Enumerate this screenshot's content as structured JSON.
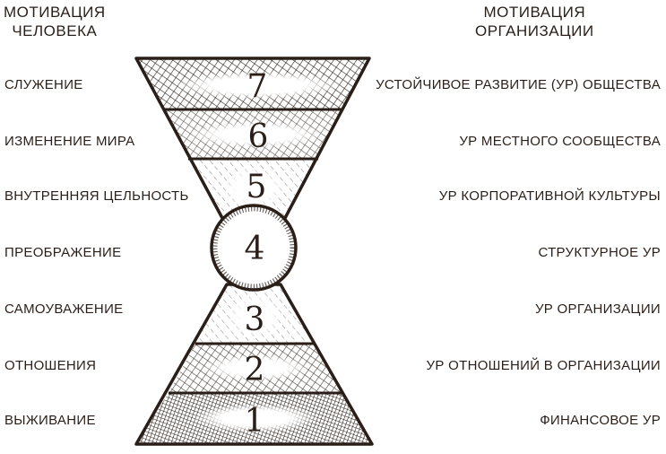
{
  "headers": {
    "left": [
      "МОТИВАЦИЯ",
      "ЧЕЛОВЕКА"
    ],
    "right": [
      "МОТИВАЦИЯ",
      "ОРГАНИЗАЦИИ"
    ]
  },
  "levels": [
    {
      "number": "7",
      "human": "СЛУЖЕНИЕ",
      "organization": "УСТОЙЧИВОЕ РАЗВИТИЕ (УР) ОБЩЕСТВА"
    },
    {
      "number": "6",
      "human": "ИЗМЕНЕНИЕ МИРА",
      "organization": "УР МЕСТНОГО СООБЩЕСТВА"
    },
    {
      "number": "5",
      "human": "ВНУТРЕННЯЯ ЦЕЛЬНОСТЬ",
      "organization": "УР КОРПОРАТИВНОЙ КУЛЬТУРЫ"
    },
    {
      "number": "4",
      "human": "ПРЕОБРАЖЕНИЕ",
      "organization": "СТРУКТУРНОЕ УР"
    },
    {
      "number": "3",
      "human": "САМОУВАЖЕНИЕ",
      "organization": "УР ОРГАНИЗАЦИИ"
    },
    {
      "number": "2",
      "human": "ОТНОШЕНИЯ",
      "organization": "УР ОТНОШЕНИЙ В ОРГАНИЗАЦИИ"
    },
    {
      "number": "1",
      "human": "ВЫЖИВАНИЕ",
      "organization": "ФИНАНСОВОЕ УР"
    }
  ],
  "colors": {
    "ink": "#2a1f18",
    "background": "#ffffff"
  }
}
